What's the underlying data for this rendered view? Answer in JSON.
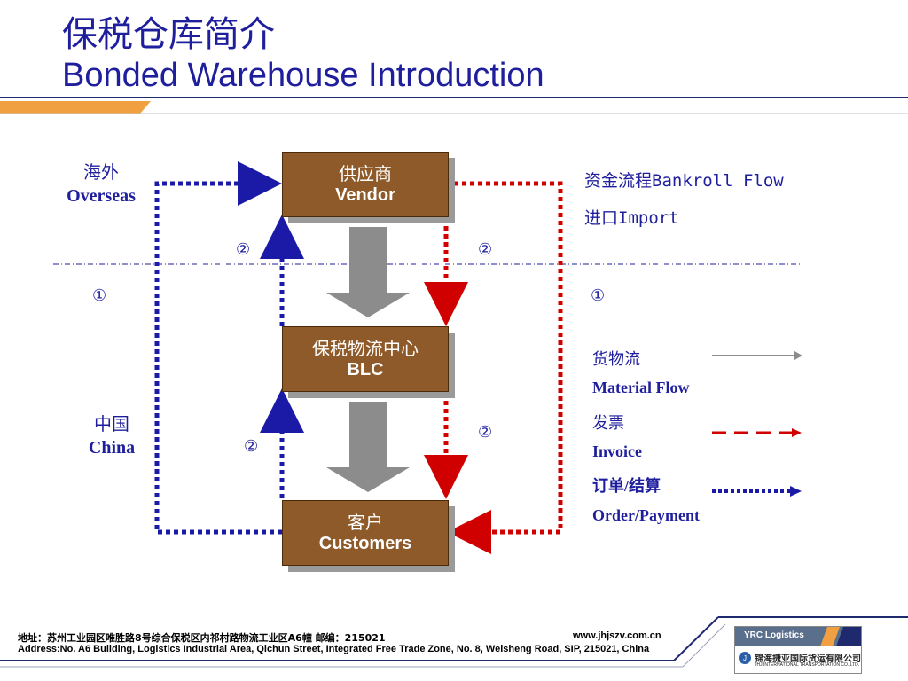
{
  "header": {
    "title_cn": "保税仓库简介",
    "title_en": "Bonded Warehouse Introduction"
  },
  "nodes": {
    "vendor": {
      "cn": "供应商",
      "en": "Vendor"
    },
    "blc": {
      "cn": "保税物流中心",
      "en": "BLC"
    },
    "customers": {
      "cn": "客户",
      "en": "Customers"
    }
  },
  "regions": {
    "overseas": {
      "cn": "海外",
      "en": "Overseas"
    },
    "china": {
      "cn": "中国",
      "en": "China"
    }
  },
  "step_markers": {
    "one": "①",
    "two": "②"
  },
  "info": {
    "bankroll": "资金流程Bankroll Flow",
    "import": "进口Import"
  },
  "legend": {
    "material_cn": "货物流",
    "material_en": "Material Flow",
    "invoice_cn": "发票",
    "invoice_en": "Invoice",
    "order_cn": "订单/结算",
    "order_en": "Order/Payment",
    "colors": {
      "material": "#8c8c8c",
      "invoice": "#d10000",
      "order": "#1a1aa6"
    }
  },
  "footer": {
    "address_cn": "地址：苏州工业园区唯胜路8号综合保税区内祁村路物流工业区A6幢   邮编：215021",
    "address_en": "Address:No. A6 Building, Logistics Industrial Area, Qichun Street, Integrated Free Trade Zone, No. 8, Weisheng Road, SIP, 215021, China",
    "url": "www.jhjszv.com.cn",
    "logo_top": "YRC Logistics",
    "logo_name": "锦海捷亚国际货运有限公司",
    "logo_sub": "JHJ INTERNATIONAL TRANSPORTATION CO.,LTD."
  }
}
